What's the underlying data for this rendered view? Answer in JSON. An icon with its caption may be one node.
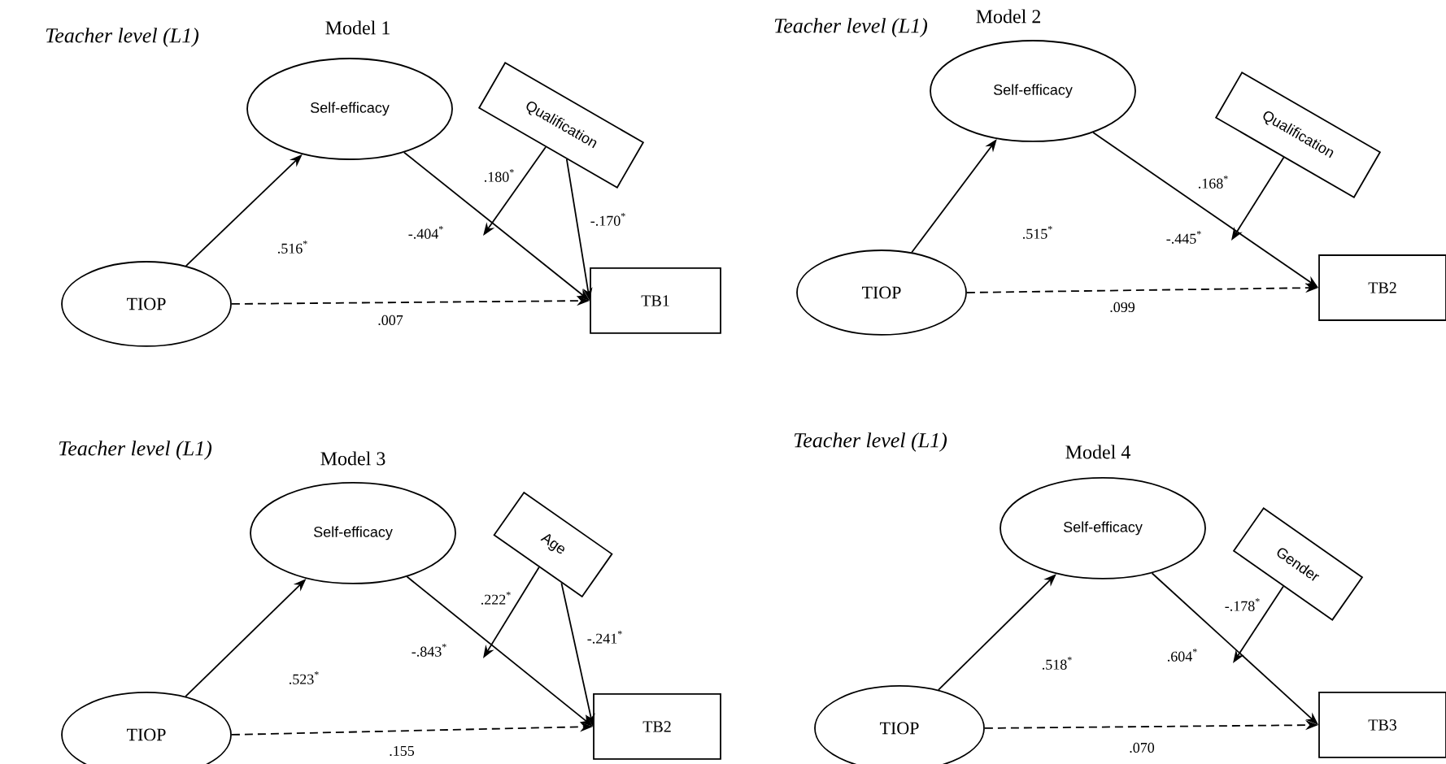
{
  "diagram": {
    "nodes": [
      {
        "text": [
          "TIOP"
        ]
      },
      {
        "text": [
          "Self-efficacy"
        ]
      },
      {
        "text": [
          "Qualification"
        ]
      },
      {
        "text": [
          "TB1"
        ]
      },
      {
        "text": [
          "TIOP"
        ]
      },
      {
        "text": [
          "Self-efficacy"
        ]
      },
      {
        "text": [
          "Qualification"
        ]
      },
      {
        "text": [
          "TB2"
        ]
      },
      {
        "text": [
          "TIOP"
        ]
      },
      {
        "text": [
          "Self-efficacy"
        ]
      },
      {
        "text": [
          "Age"
        ]
      },
      {
        "text": [
          "TB2"
        ]
      },
      {
        "text": [
          "TIOP"
        ]
      },
      {
        "text": [
          "Self-efficacy"
        ]
      },
      {
        "text": [
          "Gender"
        ]
      },
      {
        "text": [
          "TB3"
        ]
      }
    ],
    "edges": [
      {
        "from": 0,
        "to": 1,
        "arrow": "to",
        "label": ".516$^{*}$"
      },
      {
        "from": 1,
        "to": 3,
        "arrow": "to",
        "label": "-.404$^{*}$"
      },
      {
        "from": 0,
        "to": 3,
        "arrow": "to",
        "label": ".007",
        "style": "dashed"
      },
      {
        "from": 2,
        "to": null,
        "arrow": "to",
        "label": ".180$^{*}$"
      },
      {
        "from": 2,
        "to": 3,
        "arrow": "to",
        "label": "-.170$^{*}$"
      },
      {
        "from": 4,
        "to": 5,
        "arrow": "to",
        "label": ".515$^{*}$"
      },
      {
        "from": 5,
        "to": 7,
        "arrow": "to",
        "label": "-.445$^{*}$"
      },
      {
        "from": 4,
        "to": 7,
        "arrow": "to",
        "label": ".099",
        "style": "dashed"
      },
      {
        "from": 6,
        "to": null,
        "arrow": "to",
        "label": ".168$^{*}$"
      },
      {
        "from": 8,
        "to": 9,
        "arrow": "to",
        "label": ".523$^{*}$"
      },
      {
        "from": 9,
        "to": 11,
        "arrow": "to",
        "label": "-.843$^{*}$"
      },
      {
        "from": 8,
        "to": 11,
        "arrow": "to",
        "label": ".155",
        "style": "dashed"
      },
      {
        "from": 10,
        "to": null,
        "arrow": "to",
        "label": ".222$^{*}$"
      },
      {
        "from": 10,
        "to": 11,
        "arrow": "to",
        "label": "-.241$^{*}$"
      },
      {
        "from": 12,
        "to": 13,
        "arrow": "to",
        "label": ".518$^{*}$"
      },
      {
        "from": 13,
        "to": 15,
        "arrow": "to",
        "label": ".604$^{*}$"
      },
      {
        "from": 12,
        "to": 15,
        "arrow": "to",
        "label": ".070",
        "style": "dashed"
      },
      {
        "from": 14,
        "to": null,
        "arrow": "to",
        "label": "-.178$^{*}$"
      }
    ],
    "labels": [
      "Teacher level (L1)",
      "Model 1",
      "Teacher level (L1)",
      "Model 2",
      "Teacher level (L1)",
      "Model 3",
      "Teacher level (L1)",
      "Model 4"
    ]
  }
}
